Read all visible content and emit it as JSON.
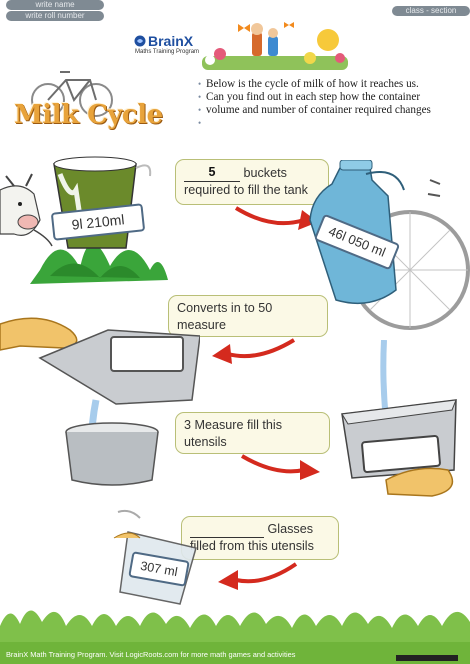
{
  "header": {
    "name_field": "write name",
    "rollnumber_field": "write roll number",
    "class_field": "class - section"
  },
  "logo": {
    "brand": "BrainX",
    "tagline": "Maths Training Program"
  },
  "title": "Milk Cycle",
  "instructions": [
    "Below is the cycle of milk of how it reaches us.",
    "Can you find out in each step how the container",
    "volume and number of container required changes",
    ""
  ],
  "steps": {
    "bucket_label": "9l 210ml",
    "step1_answer": "5",
    "step1_line1_suffix": "buckets",
    "step1_line2": "required to fill the tank",
    "tank_label": "46l 050 ml",
    "step2_line1": "Converts in to 50",
    "step2_line2": "measure",
    "step3_line1": "3 Measure fill this",
    "step3_line2": "utensils",
    "step4_line1_suffix": "Glasses",
    "step4_line2": "filled from this utensils",
    "glass_label": "307 ml"
  },
  "footer": {
    "text": "BrainX Math Training Program. Visit LogicRoots.com for more math games and activities"
  },
  "colors": {
    "title": "#e8a33b",
    "callout_border": "#b9bf77",
    "arrow": "#d42a1e",
    "footer": "#6fb43a"
  }
}
